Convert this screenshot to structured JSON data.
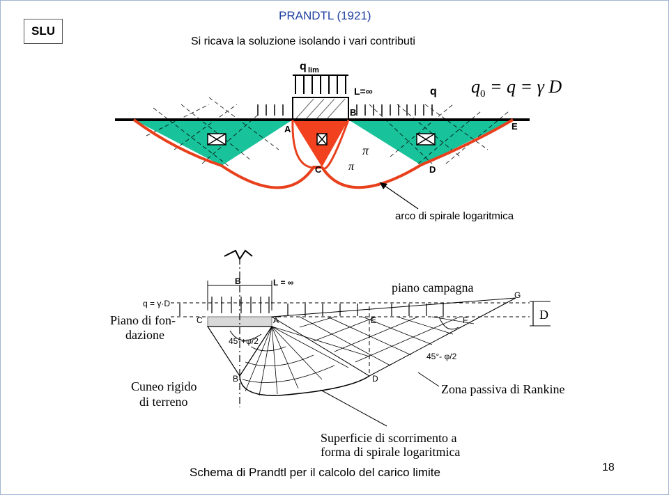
{
  "slide": {
    "tag": "SLU",
    "title": "PRANDTL (1921)",
    "subtitle": "Si ricava la soluzione isolando i vari contributi",
    "caption": "Schema di Prandtl per il calcolo del carico limite",
    "page_number": "18"
  },
  "top_diagram": {
    "formula_q0": "q",
    "formula_sub": "0",
    "formula_rest": " = q = γ D",
    "label_qlim": "q",
    "label_qlim_sub": "lim",
    "label_L": "L=∞",
    "label_q": "q",
    "label_E": "E",
    "label_B": "B",
    "label_A": "A",
    "label_C": "C",
    "label_D": "D",
    "label_pi": "π",
    "label_pi2": "π",
    "spiral_note": "arco di spirale logaritmica",
    "colors": {
      "green": "#18c29a",
      "red": "#f2411e",
      "curve": "#e8401c"
    }
  },
  "bottom_diagram": {
    "label_B_top": "B",
    "label_L": "L = ∞",
    "label_piano_campagna": "piano campagna",
    "label_G": "G",
    "label_q": "q = γ·D",
    "label_piano_fondazione_1": "Piano di fon-",
    "label_piano_fondazione_2": "dazione",
    "label_C": "C",
    "label_A": "A",
    "label_E": "E",
    "label_F": "F",
    "label_D_dim": "D",
    "label_angle_1": "45°+φ/2",
    "label_angle_2": "45°- φ/2",
    "label_B_bottom": "B",
    "label_D": "D",
    "label_cuneo_1": "Cuneo rigido",
    "label_cuneo_2": "di terreno",
    "label_rankine": "Zona passiva di Rankine",
    "label_superficie_1": "Superficie di scorrimento a",
    "label_superficie_2": "forma di spirale logaritmica"
  }
}
